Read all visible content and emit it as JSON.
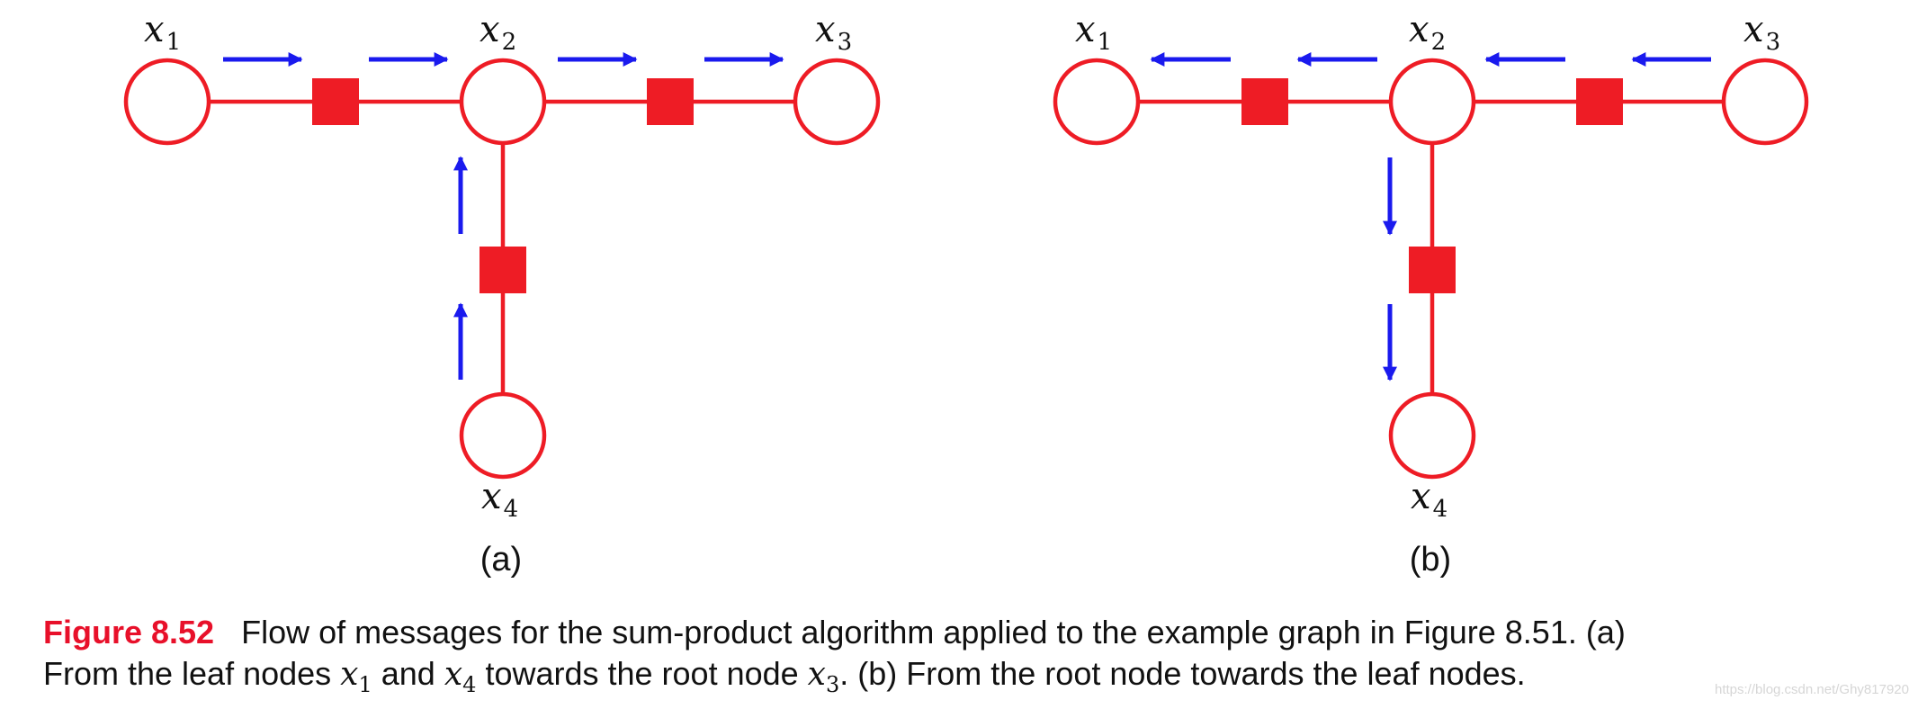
{
  "colors": {
    "graph_red": "#ee1c25",
    "arrow_blue": "#1a1aee",
    "figure_number_red": "#e8102a",
    "text": "#111111"
  },
  "panels": [
    {
      "label": "(a)",
      "nodes": [
        {
          "var": "x",
          "sub": "1"
        },
        {
          "var": "x",
          "sub": "2"
        },
        {
          "var": "x",
          "sub": "3"
        },
        {
          "var": "x",
          "sub": "4"
        }
      ],
      "message_direction": "leaves-to-root"
    },
    {
      "label": "(b)",
      "nodes": [
        {
          "var": "x",
          "sub": "1"
        },
        {
          "var": "x",
          "sub": "2"
        },
        {
          "var": "x",
          "sub": "3"
        },
        {
          "var": "x",
          "sub": "4"
        }
      ],
      "message_direction": "root-to-leaves"
    }
  ],
  "caption": {
    "figure_number": "Figure 8.52",
    "line1": "Flow of messages for the sum-product algorithm applied to the example graph in Figure 8.51. (a)",
    "line2_a": "From the leaf nodes ",
    "line2_x1_var": "x",
    "line2_x1_sub": "1",
    "line2_b": " and ",
    "line2_x4_var": "x",
    "line2_x4_sub": "4",
    "line2_c": " towards the root node ",
    "line2_x3_var": "x",
    "line2_x3_sub": "3",
    "line2_d": ". (b) From the root node towards the leaf nodes."
  },
  "watermark": "https://blog.csdn.net/Ghy817920"
}
